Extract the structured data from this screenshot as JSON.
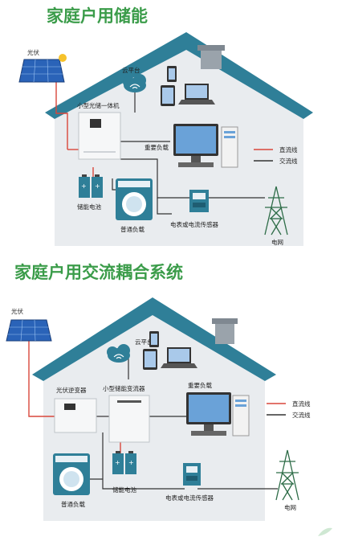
{
  "titles": {
    "section1": "家庭户用储能",
    "section2": "家庭户用交流耦合系统"
  },
  "colors": {
    "title_green": "#3b9c4a",
    "roof_blue": "#2f7f98",
    "dc_line": "#d9463b",
    "ac_line": "#333333",
    "wall_grey": "#e9ecef"
  },
  "diagram1": {
    "labels": {
      "pv": "光伏",
      "cloud": "云平台",
      "inverter": "小型光储一体机",
      "important_load": "重要负载",
      "battery": "储能电池",
      "normal_load": "普通负载",
      "meter": "电表或电流传感器",
      "grid": "电网"
    },
    "legend": {
      "dc": "直流线",
      "ac": "交流线"
    }
  },
  "diagram2": {
    "labels": {
      "pv": "光伏",
      "cloud": "云平台",
      "pv_inverter": "光伏逆变器",
      "storage_converter": "小型储能变流器",
      "important_load": "重要负载",
      "battery": "储能电池",
      "normal_load": "普通负载",
      "meter": "电表或电流传感器",
      "grid": "电网"
    },
    "legend": {
      "dc": "直流线",
      "ac": "交流线"
    }
  }
}
